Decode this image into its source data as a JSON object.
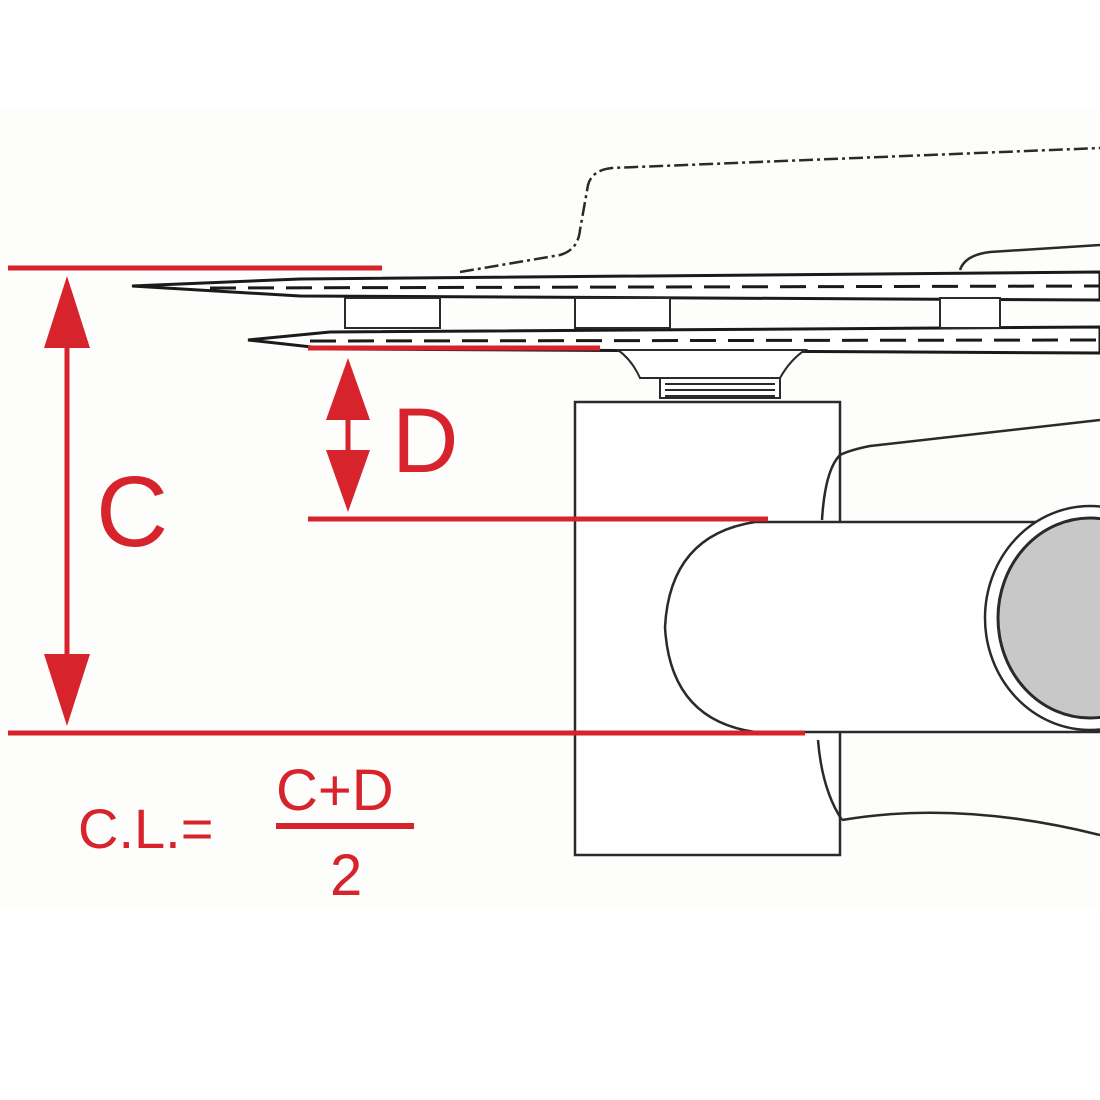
{
  "labels": {
    "c": "C",
    "d": "D",
    "formula_prefix": "C.L.=",
    "numerator": "C+D",
    "denominator": "2"
  },
  "colors": {
    "dimension": "#d7232b",
    "outline": "#2a2a2a",
    "axle_fill": "#c8c8c8"
  }
}
